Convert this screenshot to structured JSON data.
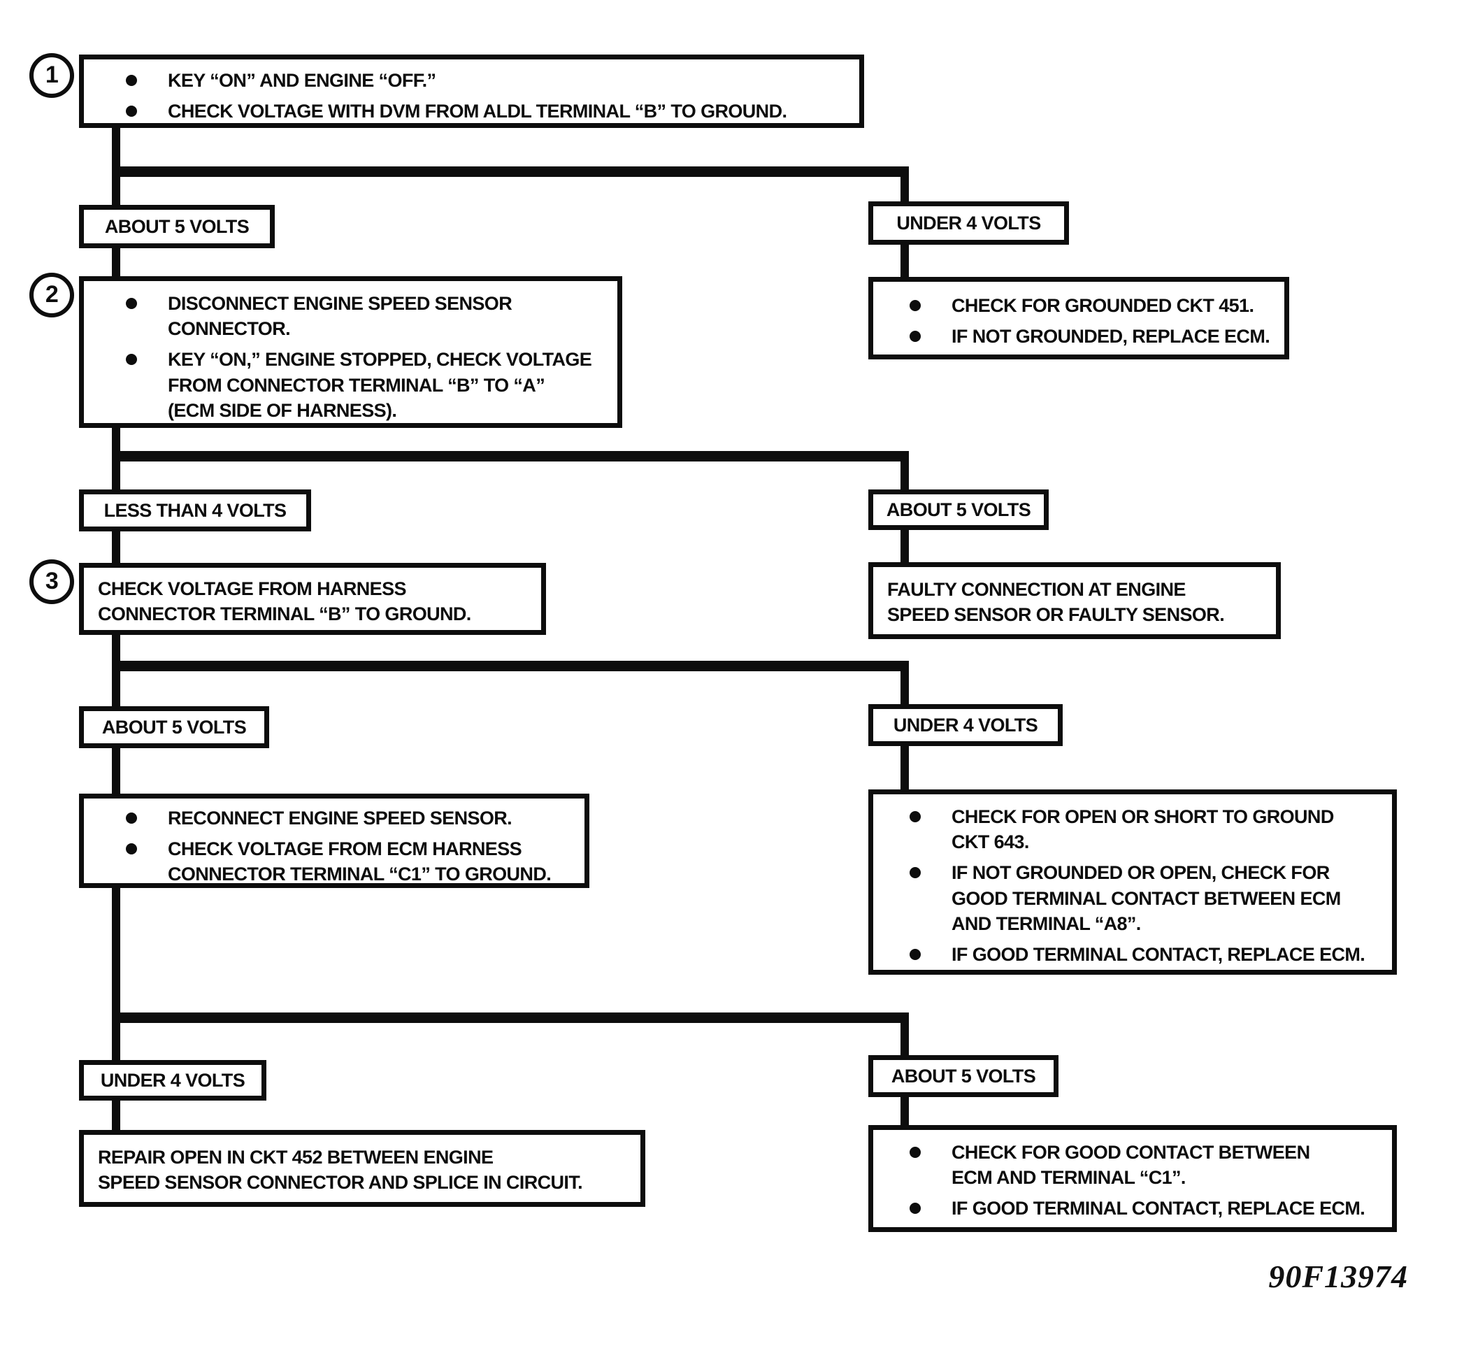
{
  "flowchart": {
    "step_markers": [
      "1",
      "2",
      "3"
    ],
    "boxes": {
      "step1": {
        "bullets": [
          "KEY “ON” AND ENGINE “OFF.”",
          "CHECK VOLTAGE WITH DVM FROM ALDL TERMINAL “B” TO GROUND."
        ]
      },
      "grounded_ckt451": {
        "bullets": [
          "CHECK FOR GROUNDED CKT 451.",
          "IF NOT GROUNDED, REPLACE ECM."
        ]
      },
      "step2": {
        "bullets": [
          "DISCONNECT ENGINE SPEED SENSOR\nCONNECTOR.",
          "KEY “ON,” ENGINE STOPPED, CHECK VOLTAGE\nFROM CONNECTOR TERMINAL “B” TO “A”\n(ECM SIDE OF HARNESS)."
        ]
      },
      "step3": {
        "text": "CHECK VOLTAGE FROM HARNESS\nCONNECTOR TERMINAL “B” TO GROUND."
      },
      "faulty_connection": {
        "text": "FAULTY CONNECTION AT ENGINE\nSPEED SENSOR OR FAULTY SENSOR."
      },
      "reconnect": {
        "bullets": [
          "RECONNECT ENGINE SPEED SENSOR.",
          "CHECK VOLTAGE FROM ECM HARNESS\nCONNECTOR TERMINAL “C1” TO GROUND."
        ]
      },
      "ckt643": {
        "bullets": [
          "CHECK FOR OPEN OR SHORT TO GROUND\nCKT 643.",
          "IF NOT GROUNDED OR OPEN, CHECK FOR\nGOOD TERMINAL CONTACT BETWEEN ECM\nAND TERMINAL “A8”.",
          "IF GOOD TERMINAL CONTACT, REPLACE ECM."
        ]
      },
      "repair_ckt452": {
        "text": "REPAIR OPEN IN CKT 452 BETWEEN ENGINE\nSPEED SENSOR CONNECTOR AND SPLICE IN CIRCUIT."
      },
      "c1_contact": {
        "bullets": [
          "CHECK FOR GOOD CONTACT BETWEEN\nECM AND TERMINAL “C1”.",
          "IF GOOD TERMINAL CONTACT, REPLACE ECM."
        ]
      }
    },
    "branch_labels": {
      "b1_left": "ABOUT 5 VOLTS",
      "b1_right": "UNDER 4 VOLTS",
      "b2_left": "LESS THAN 4 VOLTS",
      "b2_right": "ABOUT 5 VOLTS",
      "b3_left": "ABOUT 5 VOLTS",
      "b3_right": "UNDER 4 VOLTS",
      "b4_left": "UNDER 4 VOLTS",
      "b4_right": "ABOUT 5 VOLTS"
    },
    "figure_number": "90F13974",
    "colors": {
      "ink": "#0d0d0d",
      "paper": "#ffffff"
    }
  }
}
